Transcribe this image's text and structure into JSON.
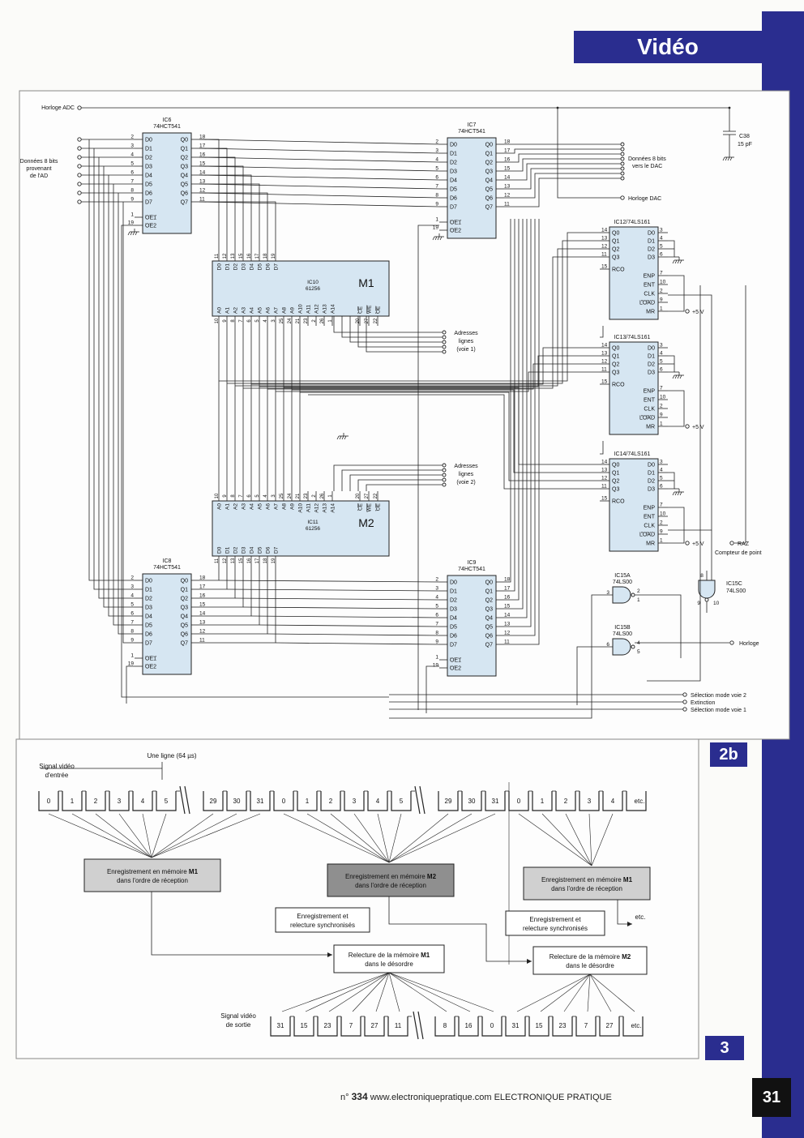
{
  "header": {
    "section_title": "Vidéo"
  },
  "figure_2b": {
    "label": "2b",
    "inputs": {
      "clock_adc": "Horloge ADC",
      "data_in_l1": "Données 8 bits",
      "data_in_l2": "provenant",
      "data_in_l3": "de l'AD"
    },
    "outputs": {
      "data_out_l1": "Données 8 bits",
      "data_out_l2": "vers le DAC",
      "clock_dac": "Horloge DAC",
      "addr1_l1": "Adresses",
      "addr1_l2": "lignes",
      "addr1_l3": "(voie 1)",
      "addr2_l1": "Adresses",
      "addr2_l2": "lignes",
      "addr2_l3": "(voie 2)",
      "raz_l1": "RAZ",
      "raz_l2": "Compteur de point",
      "plus5v": "+5 V",
      "horloge": "Horloge",
      "mode2": "Sélection mode voie 2",
      "extinction": "Extinction",
      "mode1": "Sélection mode voie 1"
    },
    "capacitor": {
      "name": "C38",
      "value": "15 pF"
    },
    "buffers": [
      {
        "id": "IC6",
        "part": "74HCT541"
      },
      {
        "id": "IC7",
        "part": "74HCT541"
      },
      {
        "id": "IC8",
        "part": "74HCT541"
      },
      {
        "id": "IC9",
        "part": "74HCT541"
      }
    ],
    "buffer_inputs": [
      "D0",
      "D1",
      "D2",
      "D3",
      "D4",
      "D5",
      "D6",
      "D7"
    ],
    "buffer_outputs": [
      "Q0",
      "Q1",
      "Q2",
      "Q3",
      "Q4",
      "Q5",
      "Q6",
      "Q7"
    ],
    "buffer_in_pins": [
      "2",
      "3",
      "4",
      "5",
      "6",
      "7",
      "8",
      "9"
    ],
    "buffer_out_pins": [
      "18",
      "17",
      "16",
      "15",
      "14",
      "13",
      "12",
      "11"
    ],
    "oe_labels": [
      "OE1",
      "OE2"
    ],
    "oe_pins": [
      "1",
      "19"
    ],
    "memories": [
      {
        "id": "IC10",
        "part": "61256",
        "name": "M1"
      },
      {
        "id": "IC11",
        "part": "61256",
        "name": "M2"
      }
    ],
    "mem_addr_labels": [
      "A0",
      "A1",
      "A2",
      "A3",
      "A4",
      "A5",
      "A6",
      "A7",
      "A8",
      "A9",
      "A10",
      "A11",
      "A12",
      "A13",
      "A14"
    ],
    "mem_addr_pins": [
      "10",
      "9",
      "8",
      "7",
      "6",
      "5",
      "4",
      "3",
      "25",
      "24",
      "21",
      "23",
      "2",
      "26",
      "1"
    ],
    "mem_data_labels": [
      "D0",
      "D1",
      "D2",
      "D3",
      "D4",
      "D5",
      "D6",
      "D7"
    ],
    "mem_data_pins": [
      "11",
      "12",
      "13",
      "15",
      "16",
      "17",
      "18",
      "19"
    ],
    "mem_ctrl_labels": [
      "CE",
      "WE",
      "OE"
    ],
    "mem_ctrl_pins": [
      "20",
      "27",
      "22"
    ],
    "counters": [
      {
        "id": "IC12",
        "part": "74LS161"
      },
      {
        "id": "IC13",
        "part": "74LS161"
      },
      {
        "id": "IC14",
        "part": "74LS161"
      }
    ],
    "counter_left": [
      "Q0",
      "Q1",
      "Q2",
      "Q3",
      "RCO"
    ],
    "counter_left_pins": [
      "14",
      "13",
      "12",
      "11",
      "15"
    ],
    "counter_right_data": [
      "D0",
      "D1",
      "D2",
      "D3"
    ],
    "counter_right_data_pins": [
      "3",
      "4",
      "5",
      "6"
    ],
    "counter_right_ctrl": [
      "ENP",
      "ENT",
      "CLK",
      "LOAD",
      "MR"
    ],
    "counter_right_ctrl_pins": [
      "7",
      "10",
      "2",
      "9",
      "1"
    ],
    "gates": [
      {
        "id": "IC15A",
        "part": "74LS00",
        "pins": [
          "3",
          "2",
          "1"
        ]
      },
      {
        "id": "IC15B",
        "part": "74LS00",
        "pins": [
          "6",
          "4",
          "5"
        ]
      },
      {
        "id": "IC15C",
        "part": "74LS00",
        "pins": [
          "8",
          "9",
          "10"
        ]
      }
    ]
  },
  "figure_3": {
    "label": "3",
    "line_label": "Une ligne (64 µs)",
    "input_l1": "Signal vidéo",
    "input_l2": "d'entrée",
    "output_l1": "Signal vidéo",
    "output_l2": "de sortie",
    "input_cells": [
      "0",
      "1",
      "2",
      "3",
      "4",
      "5",
      "29",
      "30",
      "31",
      "0",
      "1",
      "2",
      "3",
      "4",
      "5",
      "29",
      "30",
      "31",
      "0",
      "1",
      "2",
      "3",
      "4",
      "etc."
    ],
    "output_cells": [
      "31",
      "15",
      "23",
      "7",
      "27",
      "11",
      "8",
      "16",
      "0",
      "31",
      "15",
      "23",
      "7",
      "27",
      "etc."
    ],
    "boxes": {
      "rec_m1_l1": "Enregistrement en mémoire ",
      "rec_m1_b": "M1",
      "rec_m1_l2": "dans l'ordre de réception",
      "rec_m2_l1": "Enregistrement en mémoire ",
      "rec_m2_b": "M2",
      "rec_m2_l2": "dans l'ordre de réception",
      "rec_m1b_l1": "Enregistrement en mémoire ",
      "rec_m1b_b": "M1",
      "rec_m1b_l2": "dans l'ordre de réception",
      "sync_l1": "Enregistrement et",
      "sync_l2": "relecture synchronisés",
      "read_m1_l1": "Relecture de la mémoire ",
      "read_m1_b": "M1",
      "read_m1_l2": "dans le désordre",
      "read_m2_l1": "Relecture de la mémoire ",
      "read_m2_b": "M2",
      "read_m2_l2": "dans le désordre",
      "etc": "etc."
    }
  },
  "footer": {
    "issue_prefix": "n°",
    "issue": "334",
    "url": "www.electroniquepratique.com",
    "magazine": "ELECTRONIQUE PRATIQUE"
  },
  "page_number": "31"
}
